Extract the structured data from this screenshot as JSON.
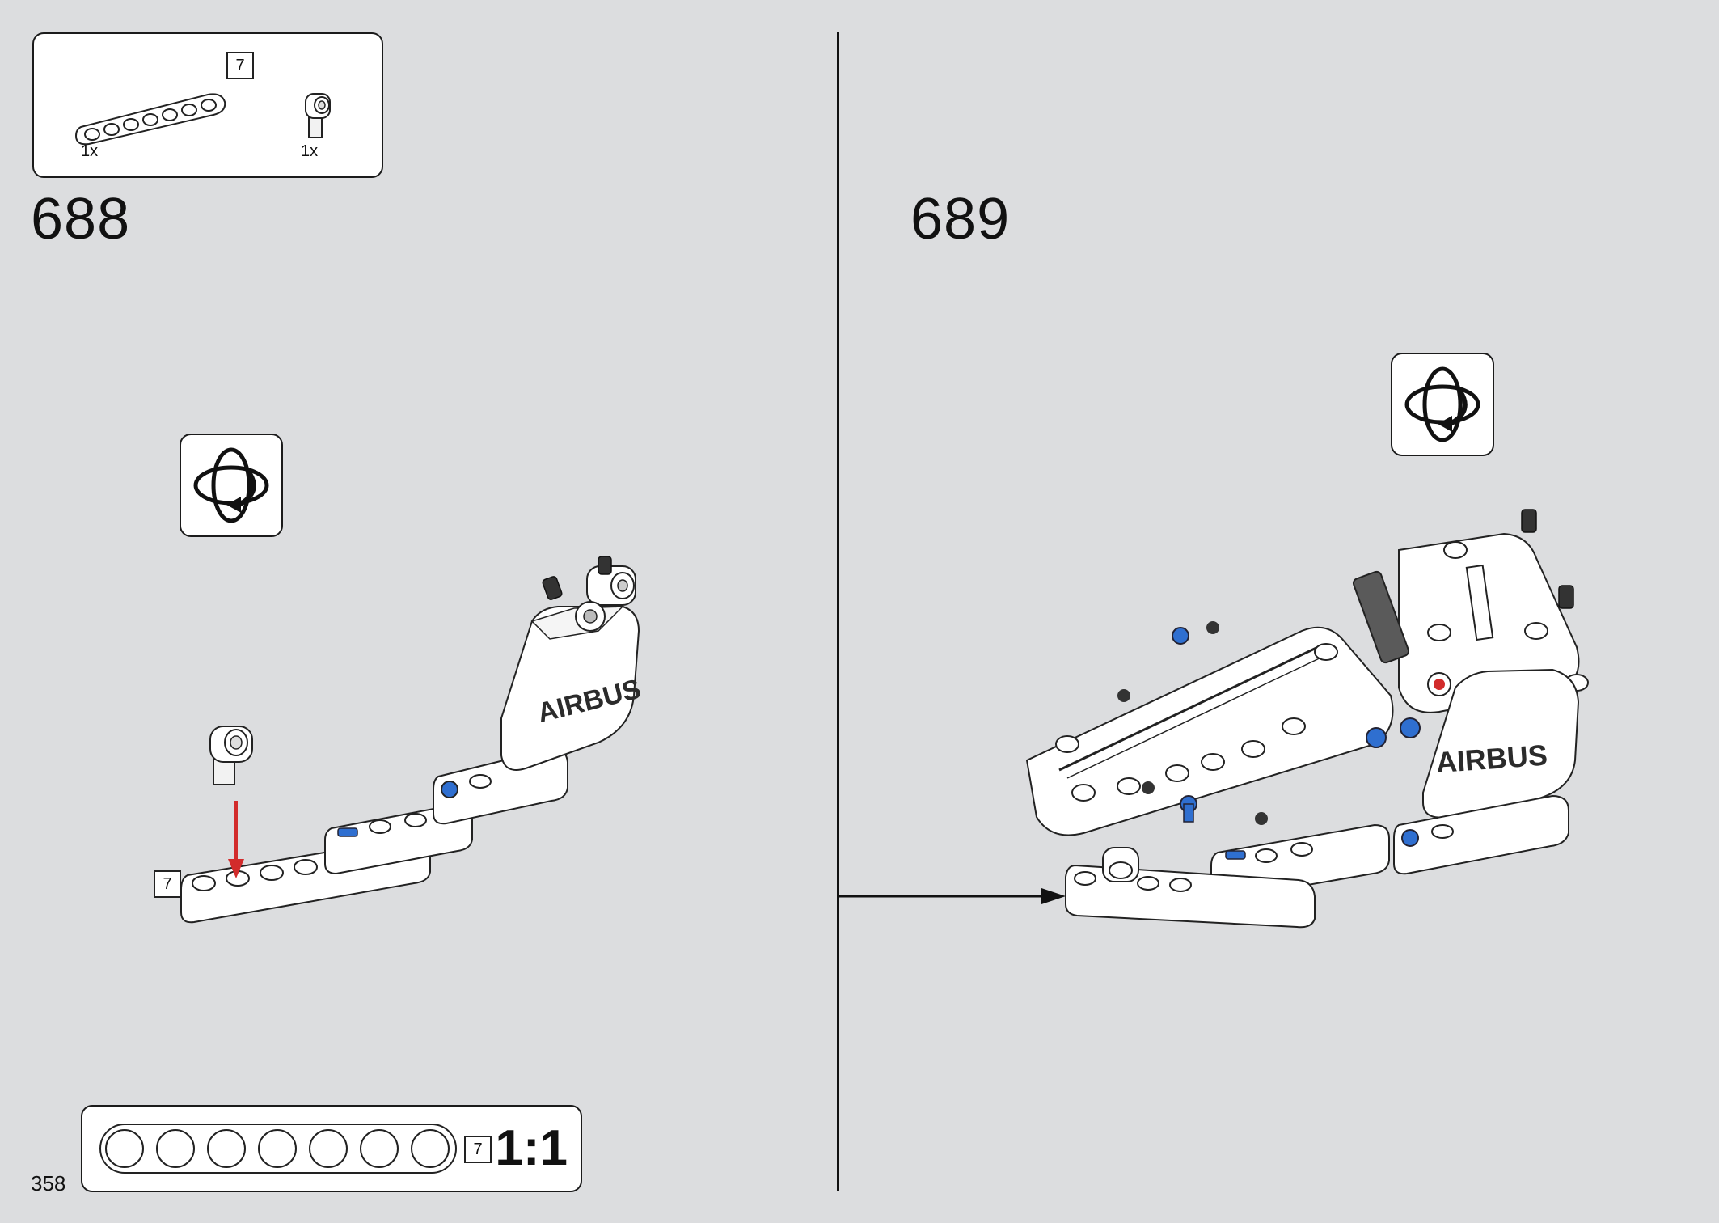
{
  "page": {
    "number": "358"
  },
  "parts_callout": {
    "beam": {
      "quantity": "1x",
      "length": "7"
    },
    "connector": {
      "quantity": "1x"
    }
  },
  "steps": [
    {
      "number": "688"
    },
    {
      "number": "689"
    }
  ],
  "assembly": {
    "logo_text": "AIRBUS",
    "beam_length": "7"
  },
  "scale_reference": {
    "length": "7",
    "ratio": "1:1"
  },
  "colors": {
    "background": "#dcdddf",
    "part_white": "#ffffff",
    "outline": "#1b1b1b",
    "accent_red": "#d22b2b",
    "accent_blue": "#2f6fd0",
    "pin_dark": "#333333"
  }
}
